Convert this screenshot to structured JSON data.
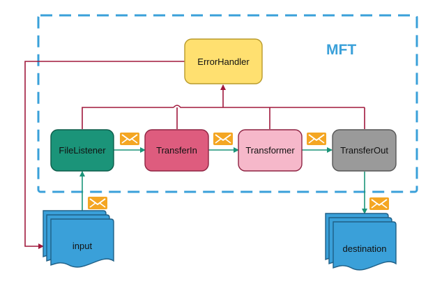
{
  "container": {
    "title": "MFT"
  },
  "nodes": {
    "error_handler": {
      "label": "ErrorHandler",
      "fill": "#ffe070",
      "stroke": "#b89a2a"
    },
    "file_listener": {
      "label": "FileListener",
      "fill": "#1b9479",
      "stroke": "#0d5c4a"
    },
    "transfer_in": {
      "label": "TransferIn",
      "fill": "#de5c7e",
      "stroke": "#8e2342"
    },
    "transformer": {
      "label": "Transformer",
      "fill": "#f6b8ca",
      "stroke": "#8e2342"
    },
    "transfer_out": {
      "label": "TransferOut",
      "fill": "#9a9a9a",
      "stroke": "#555555"
    }
  },
  "stores": {
    "input": {
      "label": "input",
      "fill": "#3aa0d9",
      "stroke": "#1f5f86"
    },
    "destination": {
      "label": "destination",
      "fill": "#3aa0d9",
      "stroke": "#1f5f86"
    }
  },
  "colors": {
    "container_border": "#3aa0d9",
    "error_edge": "#a0183c",
    "flow_edge": "#1b9479",
    "message_icon": "#f4a623"
  },
  "icons": {
    "message": "envelope-icon"
  }
}
